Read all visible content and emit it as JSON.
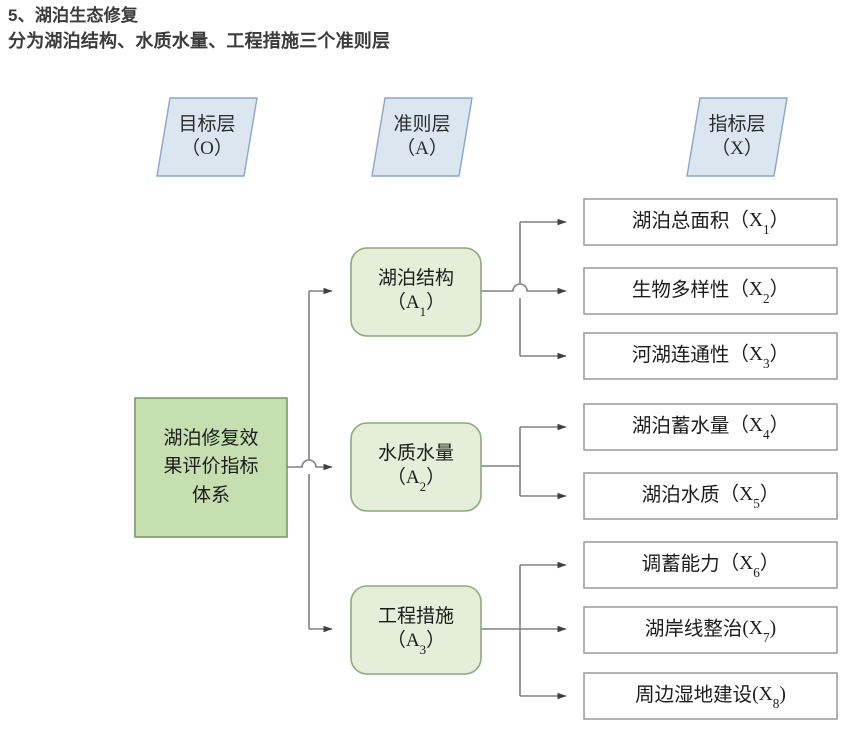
{
  "heading": {
    "line1": "5、湖泊生态修复",
    "line2": "分为湖泊结构、水质水量、工程措施三个准则层"
  },
  "colors": {
    "header_fill": "#dce6f1",
    "header_stroke": "#8aa6c8",
    "root_fill": "#c5dfb0",
    "root_stroke": "#7a9a68",
    "criteria_fill": "#e4eed9",
    "criteria_stroke": "#8fa87c",
    "indicator_fill": "#ffffff",
    "indicator_stroke": "#9a9a9a",
    "connector": "#808080",
    "heading_text": "#3b3b3b",
    "node_text": "#1c1c1c"
  },
  "layer_headers": [
    {
      "id": "O",
      "title": "目标层",
      "code": "（O）",
      "name": "goal-layer"
    },
    {
      "id": "A",
      "title": "准则层",
      "code": "（A）",
      "name": "criteria-layer"
    },
    {
      "id": "X",
      "title": "指标层",
      "code": "（X）",
      "name": "indicator-layer"
    }
  ],
  "root": {
    "line1": "湖泊修复效",
    "line2": "果评价指标",
    "line3": "体系",
    "full_label": "湖泊修复效果评价指标体系"
  },
  "criteria": [
    {
      "title": "湖泊结构",
      "code_prefix": "（A",
      "code_sub": "1",
      "code_suffix": "）",
      "full_label": "湖泊结构（A1）"
    },
    {
      "title": "水质水量",
      "code_prefix": "（A",
      "code_sub": "2",
      "code_suffix": "）",
      "full_label": "水质水量（A2）"
    },
    {
      "title": "工程措施",
      "code_prefix": "（A",
      "code_sub": "3",
      "code_suffix": "）",
      "full_label": "工程措施（A3）"
    }
  ],
  "indicators": [
    {
      "title": "湖泊总面积",
      "code_prefix": "（X",
      "code_sub": "1",
      "code_suffix": "）",
      "full_label": "湖泊总面积（X1）",
      "parent": "A1"
    },
    {
      "title": "生物多样性",
      "code_prefix": "（X",
      "code_sub": "2",
      "code_suffix": "）",
      "full_label": "生物多样性（X2）",
      "parent": "A1"
    },
    {
      "title": "河湖连通性",
      "code_prefix": "（X",
      "code_sub": "3",
      "code_suffix": "）",
      "full_label": "河湖连通性（X3）",
      "parent": "A1"
    },
    {
      "title": "湖泊蓄水量",
      "code_prefix": "（X",
      "code_sub": "4",
      "code_suffix": "）",
      "full_label": "湖泊蓄水量（X4）",
      "parent": "A2"
    },
    {
      "title": "湖泊水质",
      "code_prefix": "（X",
      "code_sub": "5",
      "code_suffix": "）",
      "full_label": "湖泊水质（X5）",
      "parent": "A2"
    },
    {
      "title": "调蓄能力",
      "code_prefix": "（X",
      "code_sub": "6",
      "code_suffix": "）",
      "full_label": "调蓄能力（X6）",
      "parent": "A3"
    },
    {
      "title": "湖岸线整治",
      "code_prefix": "(X",
      "code_sub": "7",
      "code_suffix": ")",
      "full_label": "湖岸线整治(X7)",
      "parent": "A3"
    },
    {
      "title": "周边湿地建设",
      "code_prefix": "(X",
      "code_sub": "8",
      "code_suffix": ")",
      "full_label": "周边湿地建设(X8)",
      "parent": "A3"
    }
  ]
}
